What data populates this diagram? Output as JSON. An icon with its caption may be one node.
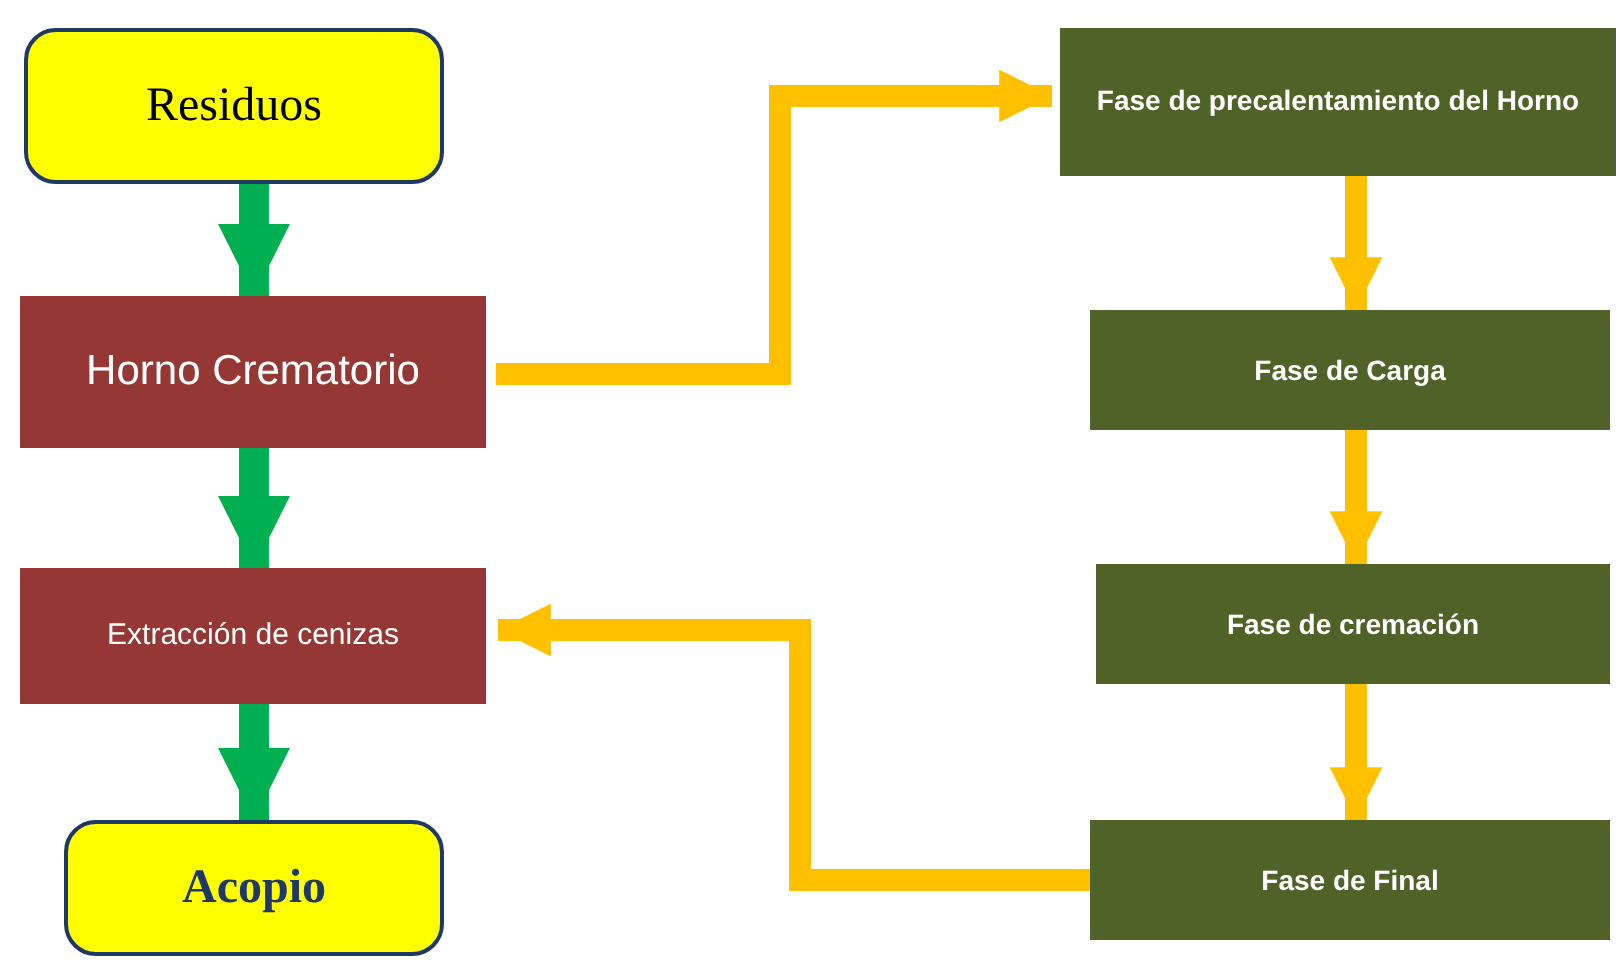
{
  "diagram": {
    "nodes": [
      {
        "text": [
          "Residuos"
        ]
      },
      {
        "text": [
          "Horno Crematorio"
        ]
      },
      {
        "text": [
          "Extracción de cenizas"
        ]
      },
      {
        "text": [
          "Acopio"
        ]
      },
      {
        "text": [
          "Fase de precalentamiento del Horno"
        ]
      },
      {
        "text": [
          "Fase de Carga"
        ]
      },
      {
        "text": [
          "Fase de cremación"
        ]
      },
      {
        "text": [
          "Fase de Final"
        ]
      }
    ],
    "edges": [
      {
        "from": 0,
        "to": 1,
        "arrow": "to",
        "color": "#00b050"
      },
      {
        "from": 1,
        "to": 2,
        "arrow": "to",
        "color": "#00b050"
      },
      {
        "from": 2,
        "to": 3,
        "arrow": "to",
        "color": "#00b050"
      },
      {
        "from": 1,
        "to": 4,
        "arrow": "to"
      },
      {
        "from": 4,
        "to": 5,
        "arrow": "to"
      },
      {
        "from": 5,
        "to": 6,
        "arrow": "to"
      },
      {
        "from": 6,
        "to": 7,
        "arrow": "to"
      },
      {
        "from": 7,
        "to": 2,
        "arrow": "to"
      }
    ]
  }
}
